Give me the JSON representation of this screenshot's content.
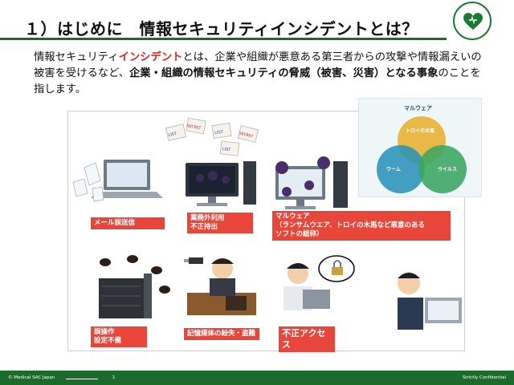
{
  "slide": {
    "title": "１）はじめに　情報セキュリティインシデントとは？",
    "intro": {
      "p1": "情報セキュリティ",
      "p2": "インシデント",
      "p3": "とは、企業や組織が悪意ある第三者からの攻撃や情報漏えいの被害を受けるなど、",
      "p4": "企業・組織の情報セキュリティの脅威（被害、災害）となる事象",
      "p5": "のことを指します。"
    },
    "captions": {
      "mail": "メール誤送信",
      "misuse_l1": "業務外利用",
      "misuse_l2": "不正持出",
      "malware_l1": "マルウェア",
      "malware_l2": "（ランサムウエア、トロイの木馬など悪意のある",
      "malware_l3": "ソフトの総称）",
      "ops_l1": "誤操作",
      "ops_l2": "設定不備",
      "media": "記憶媒体の紛失・盗難",
      "access": "不正アクセス"
    },
    "paper_labels": [
      "LIST",
      "SECRET",
      "LIST",
      "SECRET",
      "LIST"
    ],
    "malware_diagram": {
      "title": "マルウェア",
      "trojan": "トロイの木馬",
      "worm": "ワーム",
      "virus": "ウイルス"
    }
  },
  "footer": {
    "copyright": "© Medical SAC Japan",
    "page": "1",
    "confidential": "Strictly Confidential"
  },
  "colors": {
    "brand_green": "#1d6b2c",
    "accent_red": "#e0201b",
    "caption_red": "#e8463a"
  }
}
